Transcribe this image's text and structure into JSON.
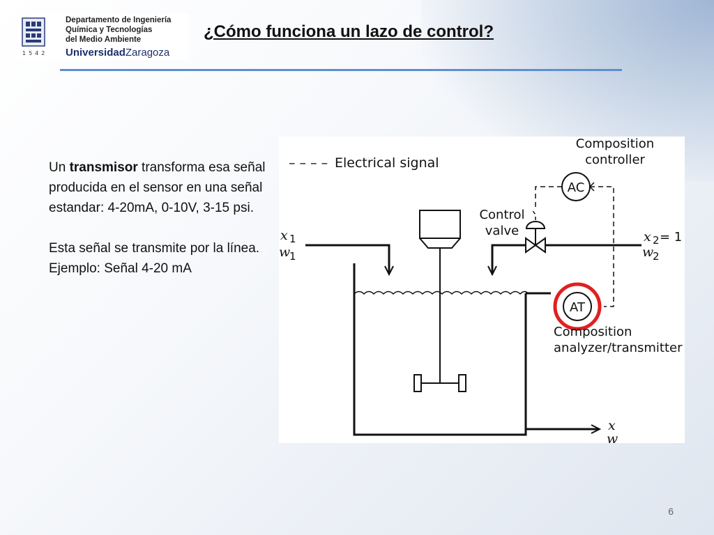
{
  "logo": {
    "dept_line1": "Departamento de Ingeniería",
    "dept_line2": "Química y Tecnologías",
    "dept_line3": "del Medio Ambiente",
    "univ_bold": "Universidad",
    "univ_regular": "Zaragoza",
    "year": "1542"
  },
  "title": "¿Cómo funciona un lazo de control?",
  "paragraph1": {
    "prefix": "Un ",
    "bold": "transmisor",
    "suffix": " transforma esa señal producida en el sensor en una señal estandar: 4-20mA, 0-10V, 3-15 psi."
  },
  "paragraph2": "Esta señal se transmite por la línea. Ejemplo: Señal 4-20 mA",
  "diagram": {
    "legend_dashes": "– – – –",
    "legend_text": "Electrical signal",
    "controller_label_1": "Composition",
    "controller_label_2": "controller",
    "controller_tag": "AC",
    "valve_label_1": "Control",
    "valve_label_2": "valve",
    "analyzer_tag": "AT",
    "analyzer_label_1": "Composition",
    "analyzer_label_2": "analyzer/transmitter",
    "inlet1_x": "x",
    "inlet1_x_sub": "1",
    "inlet1_w": "w",
    "inlet1_w_sub": "1",
    "inlet2_x": "x",
    "inlet2_x_sub": "2",
    "inlet2_x_value": " = 1",
    "inlet2_w": "w",
    "inlet2_w_sub": "2",
    "outlet_x": "x",
    "outlet_w": "w",
    "highlight_color": "#e02020"
  },
  "page_number": "6"
}
